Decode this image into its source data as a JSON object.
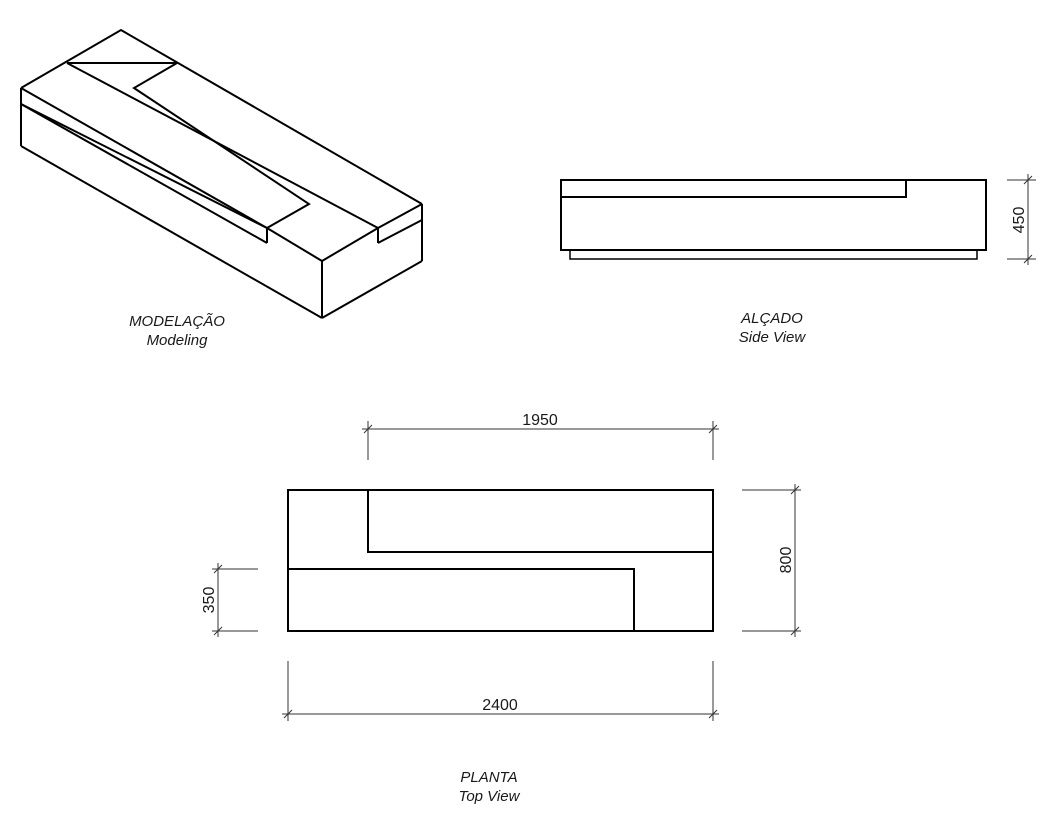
{
  "views": {
    "modeling": {
      "title": "MODELAÇÃO",
      "subtitle": "Modeling"
    },
    "side": {
      "title": "ALÇADO",
      "subtitle": "Side View"
    },
    "top": {
      "title": "PLANTA",
      "subtitle": "Top View"
    }
  },
  "dimensions": {
    "side_height": "450",
    "top_inner_length": "1950",
    "top_depth": "800",
    "top_seat_depth": "350",
    "top_total_length": "2400"
  },
  "colors": {
    "line": "#000000",
    "dim_line": "#333333",
    "background": "#ffffff"
  }
}
